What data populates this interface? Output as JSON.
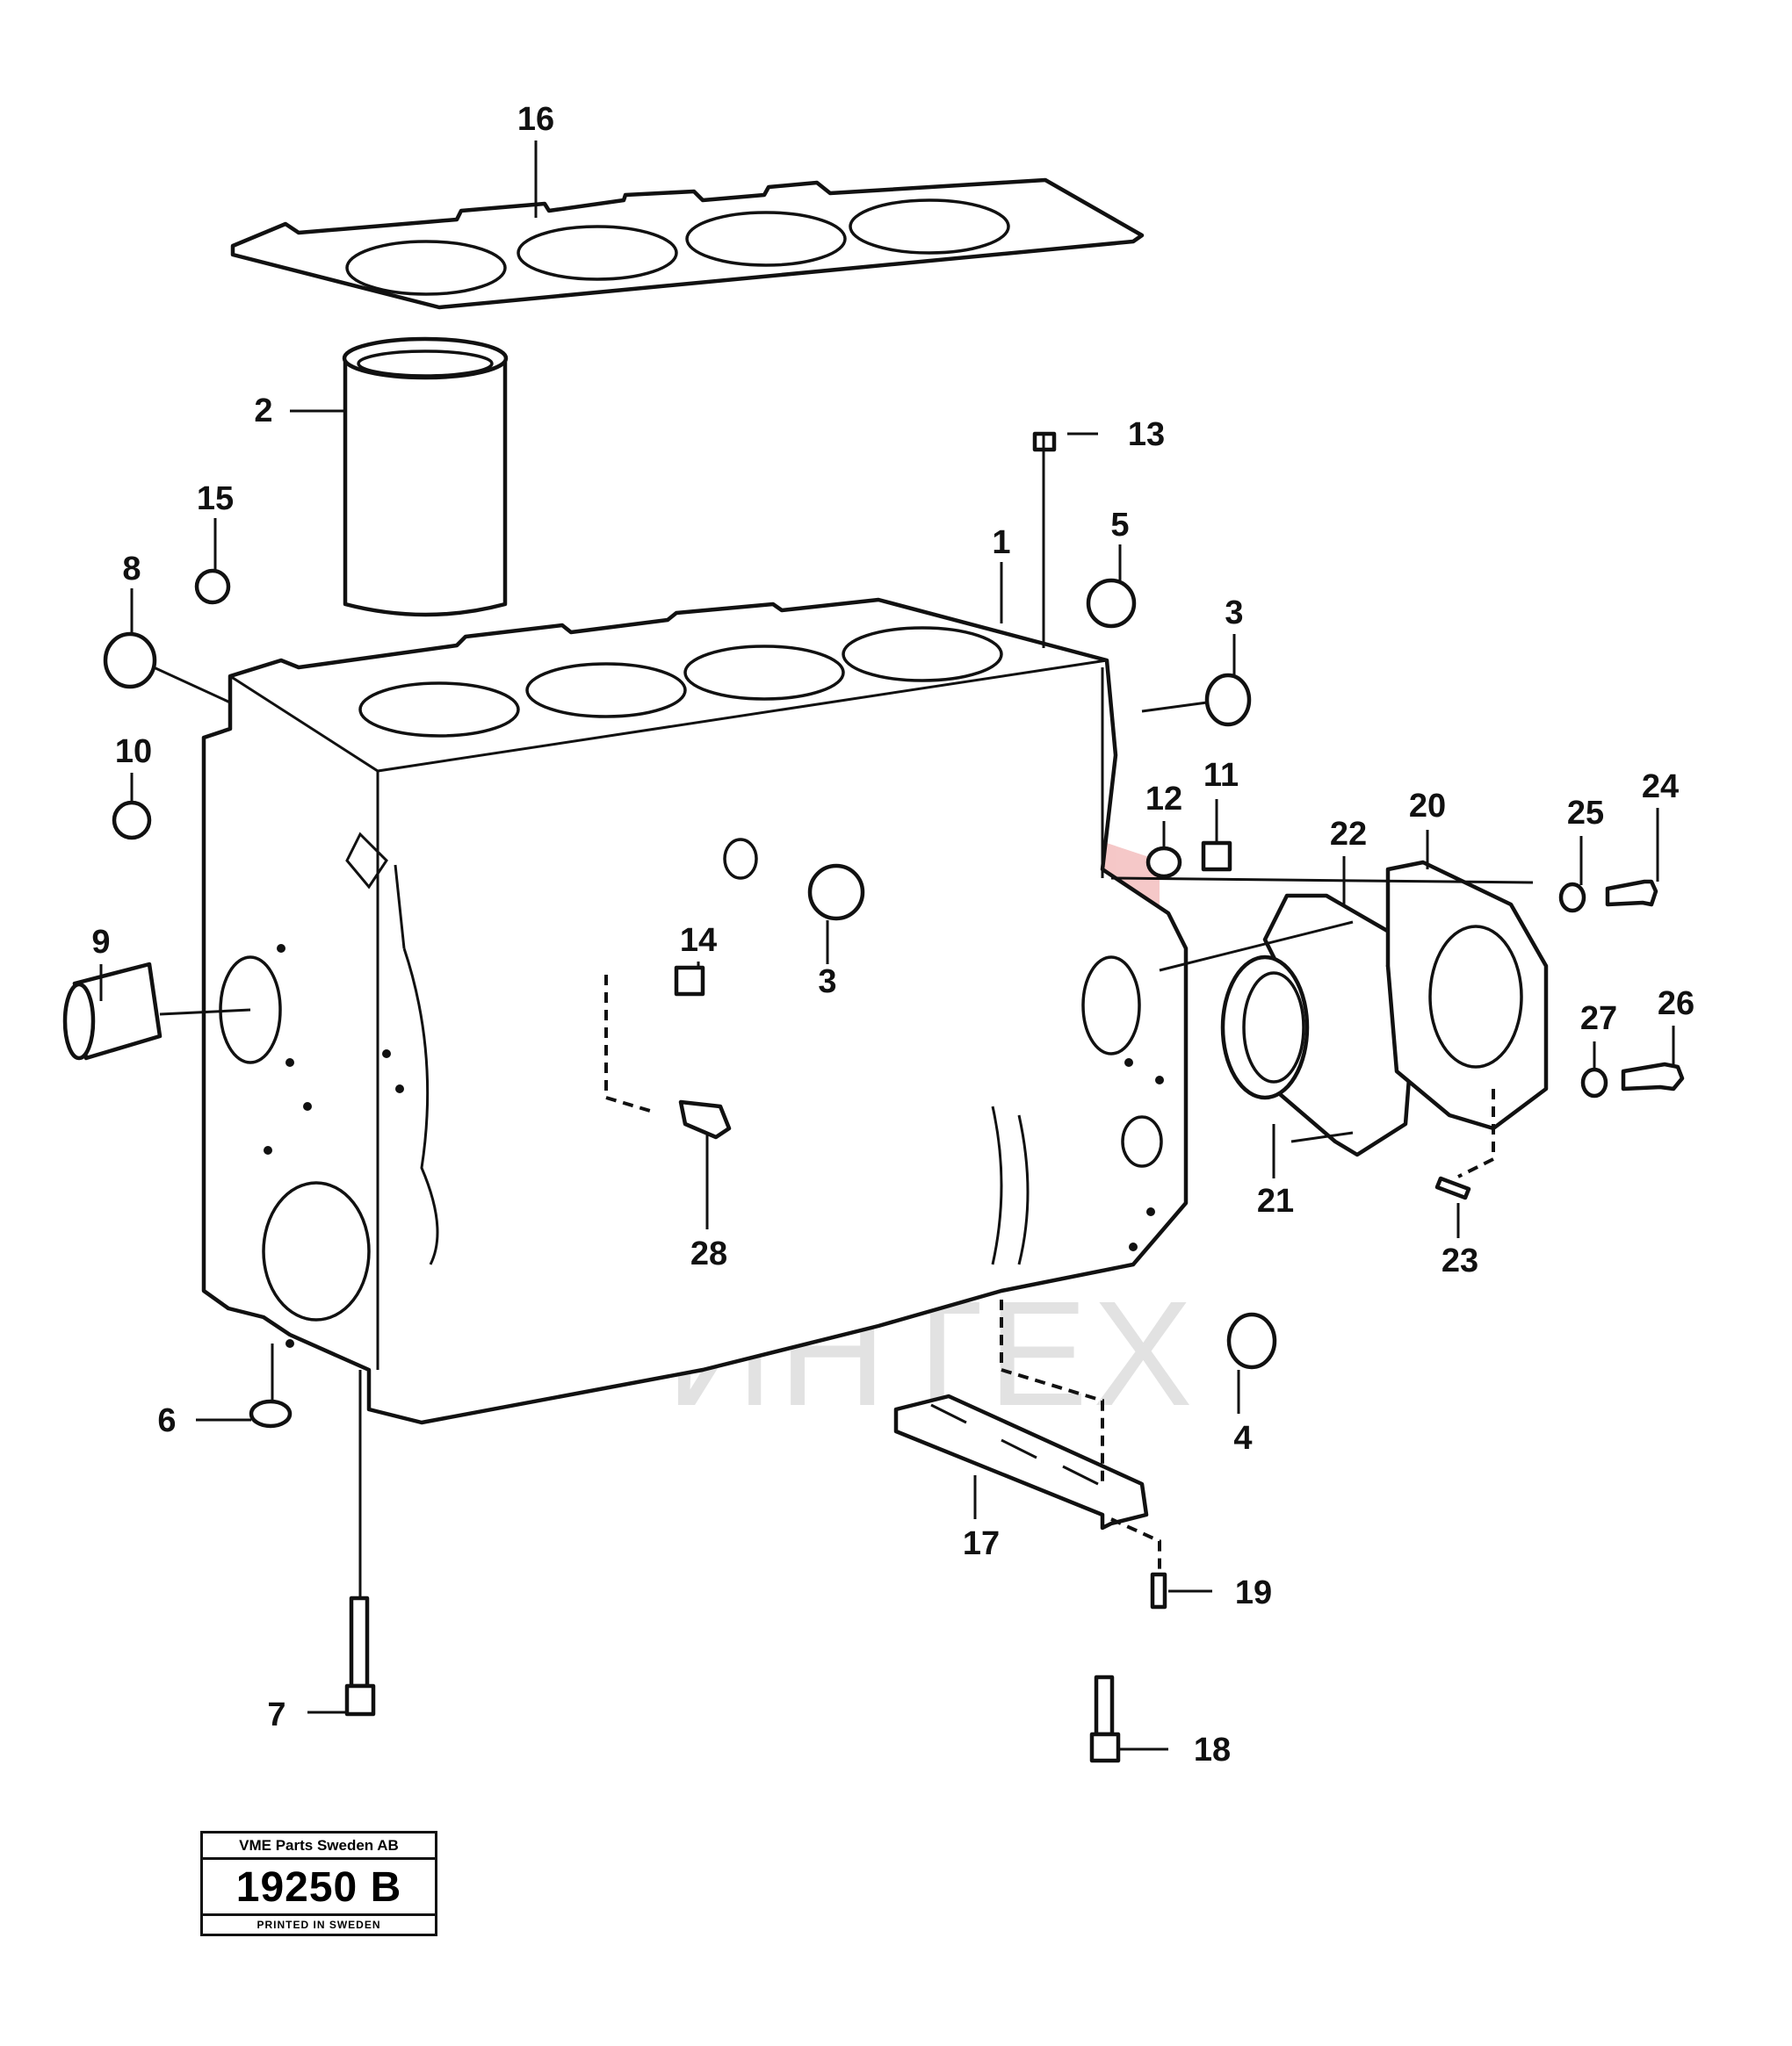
{
  "watermark": {
    "text": "ИНТЕХ",
    "color": "#f2b5b5"
  },
  "callouts": [
    {
      "id": "c16",
      "label": "16"
    },
    {
      "id": "c2",
      "label": "2"
    },
    {
      "id": "c13",
      "label": "13"
    },
    {
      "id": "c15",
      "label": "15"
    },
    {
      "id": "c5",
      "label": "5"
    },
    {
      "id": "c8",
      "label": "8"
    },
    {
      "id": "c1",
      "label": "1"
    },
    {
      "id": "c3a",
      "label": "3"
    },
    {
      "id": "c10",
      "label": "10"
    },
    {
      "id": "c12",
      "label": "12"
    },
    {
      "id": "c11",
      "label": "11"
    },
    {
      "id": "c22",
      "label": "22"
    },
    {
      "id": "c20",
      "label": "20"
    },
    {
      "id": "c25",
      "label": "25"
    },
    {
      "id": "c24",
      "label": "24"
    },
    {
      "id": "c9",
      "label": "9"
    },
    {
      "id": "c14",
      "label": "14"
    },
    {
      "id": "c3b",
      "label": "3"
    },
    {
      "id": "c27",
      "label": "27"
    },
    {
      "id": "c26",
      "label": "26"
    },
    {
      "id": "c21",
      "label": "21"
    },
    {
      "id": "c28",
      "label": "28"
    },
    {
      "id": "c23",
      "label": "23"
    },
    {
      "id": "c6",
      "label": "6"
    },
    {
      "id": "c4",
      "label": "4"
    },
    {
      "id": "c17",
      "label": "17"
    },
    {
      "id": "c19",
      "label": "19"
    },
    {
      "id": "c7",
      "label": "7"
    },
    {
      "id": "c18",
      "label": "18"
    }
  ],
  "stamp": {
    "company": "VME Parts Sweden AB",
    "number": "19250 B",
    "printed": "PRINTED IN SWEDEN"
  }
}
